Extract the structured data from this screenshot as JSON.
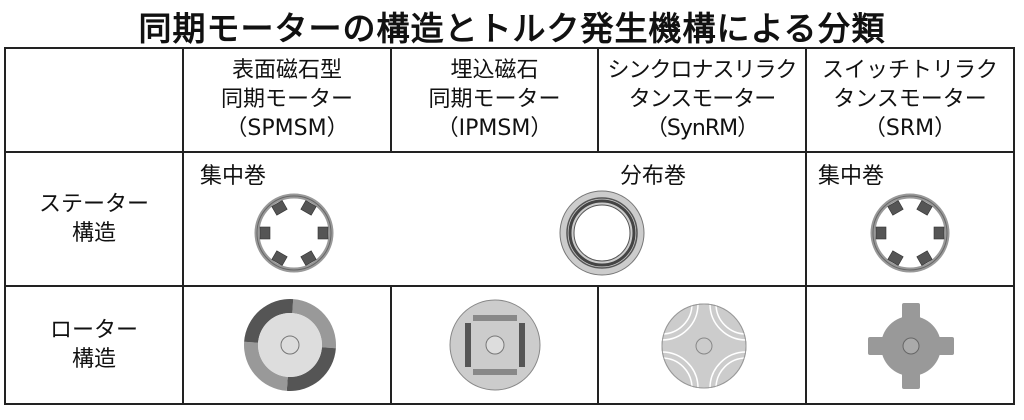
{
  "title": "同期モーターの構造とトルク発生機構による分類",
  "columns": [
    {
      "l1": "表面磁石型",
      "l2": "同期モーター",
      "l3": "（SPMSM）"
    },
    {
      "l1": "埋込磁石",
      "l2": "同期モーター",
      "l3": "（IPMSM）"
    },
    {
      "l1": "シンクロナスリラク",
      "l2": "タンスモーター",
      "l3": "（SynRM）"
    },
    {
      "l1": "スイッチトリラク",
      "l2": "タンスモーター",
      "l3": "（SRM）"
    }
  ],
  "rows": {
    "stator": {
      "l1": "ステーター",
      "l2": "構造"
    },
    "rotor": {
      "l1": "ローター",
      "l2": "構造"
    }
  },
  "winding": {
    "concentrated": "集中巻",
    "distributed": "分布巻",
    "concentrated_srm": "集中巻"
  }
}
